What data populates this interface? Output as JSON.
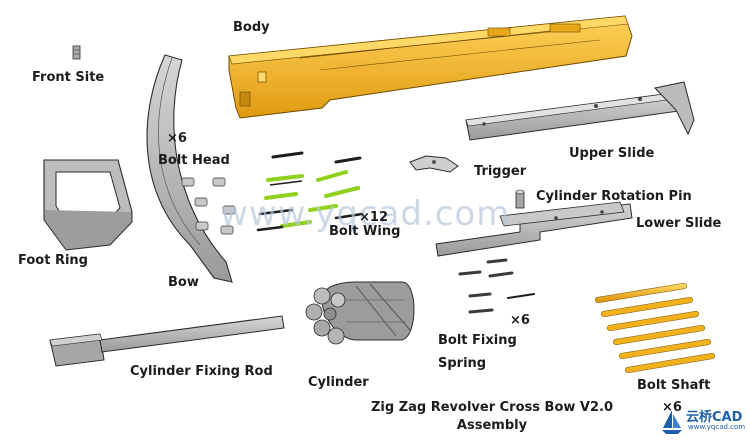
{
  "labels": {
    "body": "Body",
    "front_site": "Front Site",
    "x6_bolt_head": "×6",
    "bolt_head": "Bolt Head",
    "trigger": "Trigger",
    "upper_slide": "Upper Slide",
    "cylinder_rotation_pin": "Cylinder Rotation Pin",
    "lower_slide": "Lower Slide",
    "x12": "×12",
    "bolt_wing": "Bolt Wing",
    "foot_ring": "Foot Ring",
    "bow": "Bow",
    "x6_bolt_fixing": "×6",
    "bolt_fixing": "Bolt Fixing",
    "spring": "Spring",
    "cylinder_fixing_rod": "Cylinder Fixing Rod",
    "cylinder": "Cylinder",
    "bolt_shaft": "Bolt Shaft",
    "x6_bolt_shaft": "×6",
    "title_line1": "Zig Zag Revolver Cross Bow V2.0",
    "title_line2": "Assembly"
  },
  "watermark": {
    "text": "www.yqcad.com",
    "logo_text": "云桥CAD",
    "logo_url": "www.yqcad.com"
  },
  "colors": {
    "gray_part": "#b4b4b4",
    "gray_dark": "#7a7a7a",
    "orange_part": "#f2b21e",
    "orange_dark": "#c58a0c",
    "green_wing": "#8fd11e",
    "black_part": "#2c2c2c",
    "logo_blue": "#1f5fa8"
  },
  "icons": {
    "logo": "sailboat-icon"
  }
}
